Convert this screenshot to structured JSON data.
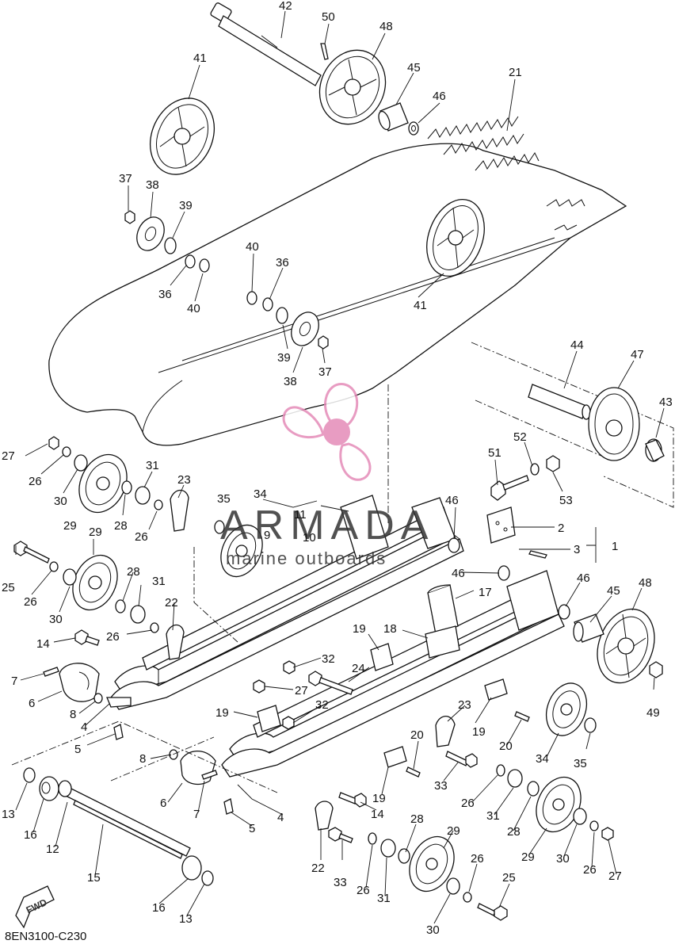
{
  "diagram_code": "8EN3100-C230",
  "fwd_label": "FWD",
  "watermark": {
    "name": "ARMADA",
    "tagline": "marine outboards",
    "color": "#e48bb8"
  },
  "callouts": [
    {
      "id": "c42",
      "label": "42"
    },
    {
      "id": "c50",
      "label": "50"
    },
    {
      "id": "c48a",
      "label": "48"
    },
    {
      "id": "c41a",
      "label": "41"
    },
    {
      "id": "c45a",
      "label": "45"
    },
    {
      "id": "c46a",
      "label": "46"
    },
    {
      "id": "c21",
      "label": "21"
    },
    {
      "id": "c37a",
      "label": "37"
    },
    {
      "id": "c38a",
      "label": "38"
    },
    {
      "id": "c39a",
      "label": "39"
    },
    {
      "id": "c36a",
      "label": "36"
    },
    {
      "id": "c40a",
      "label": "40"
    },
    {
      "id": "c40b",
      "label": "40"
    },
    {
      "id": "c36b",
      "label": "36"
    },
    {
      "id": "c41b",
      "label": "41"
    },
    {
      "id": "c39b",
      "label": "39"
    },
    {
      "id": "c38b",
      "label": "38"
    },
    {
      "id": "c37b",
      "label": "37"
    },
    {
      "id": "c44",
      "label": "44"
    },
    {
      "id": "c47",
      "label": "47"
    },
    {
      "id": "c43",
      "label": "43"
    },
    {
      "id": "c27a",
      "label": "27"
    },
    {
      "id": "c26a",
      "label": "26"
    },
    {
      "id": "c30a",
      "label": "30"
    },
    {
      "id": "c29a",
      "label": "29"
    },
    {
      "id": "c31a",
      "label": "31"
    },
    {
      "id": "c28a",
      "label": "28"
    },
    {
      "id": "c26b",
      "label": "26"
    },
    {
      "id": "c23a",
      "label": "23"
    },
    {
      "id": "c35a",
      "label": "35"
    },
    {
      "id": "c34a",
      "label": "34"
    },
    {
      "id": "c11",
      "label": "11"
    },
    {
      "id": "c9",
      "label": "9"
    },
    {
      "id": "c10",
      "label": "10"
    },
    {
      "id": "c46b",
      "label": "46"
    },
    {
      "id": "c51",
      "label": "51"
    },
    {
      "id": "c52",
      "label": "52"
    },
    {
      "id": "c53",
      "label": "53"
    },
    {
      "id": "c2",
      "label": "2"
    },
    {
      "id": "c3",
      "label": "3"
    },
    {
      "id": "c1",
      "label": "1"
    },
    {
      "id": "c46c",
      "label": "46"
    },
    {
      "id": "c17",
      "label": "17"
    },
    {
      "id": "c46d",
      "label": "46"
    },
    {
      "id": "c45b",
      "label": "45"
    },
    {
      "id": "c48b",
      "label": "48"
    },
    {
      "id": "c25a",
      "label": "25"
    },
    {
      "id": "c29b",
      "label": "29"
    },
    {
      "id": "c26c",
      "label": "26"
    },
    {
      "id": "c30b",
      "label": "30"
    },
    {
      "id": "c28b",
      "label": "28"
    },
    {
      "id": "c31b",
      "label": "31"
    },
    {
      "id": "c22a",
      "label": "22"
    },
    {
      "id": "c26d",
      "label": "26"
    },
    {
      "id": "c14a",
      "label": "14"
    },
    {
      "id": "c32a",
      "label": "32"
    },
    {
      "id": "c19a",
      "label": "19"
    },
    {
      "id": "c18",
      "label": "18"
    },
    {
      "id": "c24",
      "label": "24"
    },
    {
      "id": "c7a",
      "label": "7"
    },
    {
      "id": "c27b",
      "label": "27"
    },
    {
      "id": "c6a",
      "label": "6"
    },
    {
      "id": "c8a",
      "label": "8"
    },
    {
      "id": "c4a",
      "label": "4"
    },
    {
      "id": "c19b",
      "label": "19"
    },
    {
      "id": "c32b",
      "label": "32"
    },
    {
      "id": "c49",
      "label": "49"
    },
    {
      "id": "c23b",
      "label": "23"
    },
    {
      "id": "c5a",
      "label": "5"
    },
    {
      "id": "c19c",
      "label": "19"
    },
    {
      "id": "c34b",
      "label": "34"
    },
    {
      "id": "c35b",
      "label": "35"
    },
    {
      "id": "c20a",
      "label": "20"
    },
    {
      "id": "c20b",
      "label": "20"
    },
    {
      "id": "c8b",
      "label": "8"
    },
    {
      "id": "c33a",
      "label": "33"
    },
    {
      "id": "c26e",
      "label": "26"
    },
    {
      "id": "c13a",
      "label": "13"
    },
    {
      "id": "c6b",
      "label": "6"
    },
    {
      "id": "c7b",
      "label": "7"
    },
    {
      "id": "c19d",
      "label": "19"
    },
    {
      "id": "c31c",
      "label": "31"
    },
    {
      "id": "c28c",
      "label": "28"
    },
    {
      "id": "c16a",
      "label": "16"
    },
    {
      "id": "c5b",
      "label": "5"
    },
    {
      "id": "c4b",
      "label": "4"
    },
    {
      "id": "c14b",
      "label": "14"
    },
    {
      "id": "c28d",
      "label": "28"
    },
    {
      "id": "c29c",
      "label": "29"
    },
    {
      "id": "c29d",
      "label": "29"
    },
    {
      "id": "c30c",
      "label": "30"
    },
    {
      "id": "c12",
      "label": "12"
    },
    {
      "id": "c26f",
      "label": "26"
    },
    {
      "id": "c27c",
      "label": "27"
    },
    {
      "id": "c15",
      "label": "15"
    },
    {
      "id": "c22b",
      "label": "22"
    },
    {
      "id": "c33b",
      "label": "33"
    },
    {
      "id": "c26g",
      "label": "26"
    },
    {
      "id": "c31d",
      "label": "31"
    },
    {
      "id": "c26h",
      "label": "26"
    },
    {
      "id": "c25b",
      "label": "25"
    },
    {
      "id": "c16b",
      "label": "16"
    },
    {
      "id": "c13b",
      "label": "13"
    },
    {
      "id": "c30d",
      "label": "30"
    }
  ]
}
